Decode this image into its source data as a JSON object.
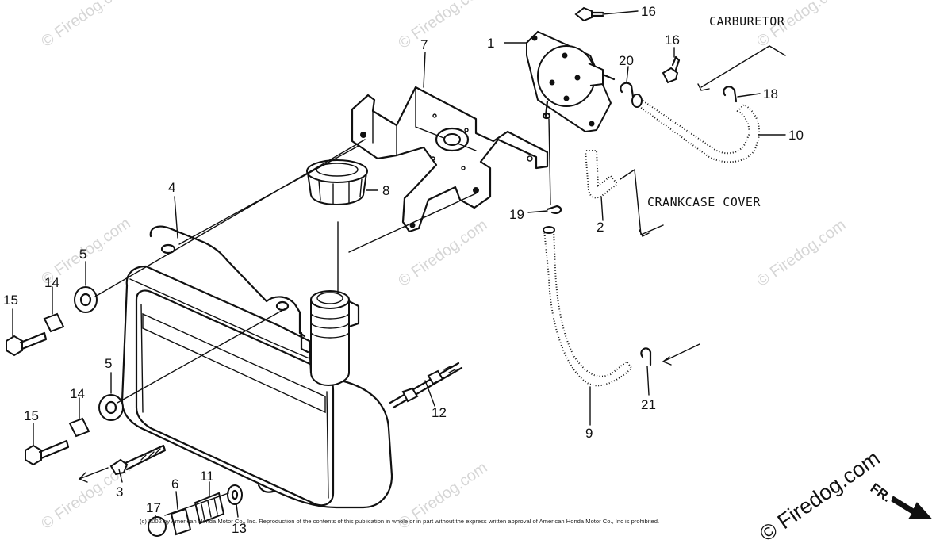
{
  "diagram": {
    "part_numbers": {
      "p1": "1",
      "p2": "2",
      "p3": "3",
      "p4": "4",
      "p5a": "5",
      "p5b": "5",
      "p6": "6",
      "p7": "7",
      "p8": "8",
      "p9": "9",
      "p10": "10",
      "p11": "11",
      "p12": "12",
      "p13": "13",
      "p14a": "14",
      "p14b": "14",
      "p15a": "15",
      "p15b": "15",
      "p16a": "16",
      "p16b": "16",
      "p17": "17",
      "p18": "18",
      "p19": "19",
      "p20": "20",
      "p21": "21"
    },
    "labels": {
      "carburetor": "CARBURETOR",
      "crankcase_cover": "CRANKCASE COVER",
      "front": "FR."
    },
    "watermark": {
      "text": "© Firedog.com",
      "brand_text": "© Firedog.com"
    },
    "copyright": "(c) 2002 by American Honda Motor Co., Inc. Reproduction of the contents of this publication in whole or in part without the express written approval of American Honda Motor Co., Inc is prohibited."
  },
  "colors": {
    "ink": "#111111",
    "watermark": "#d6d6d6",
    "background": "#ffffff"
  }
}
